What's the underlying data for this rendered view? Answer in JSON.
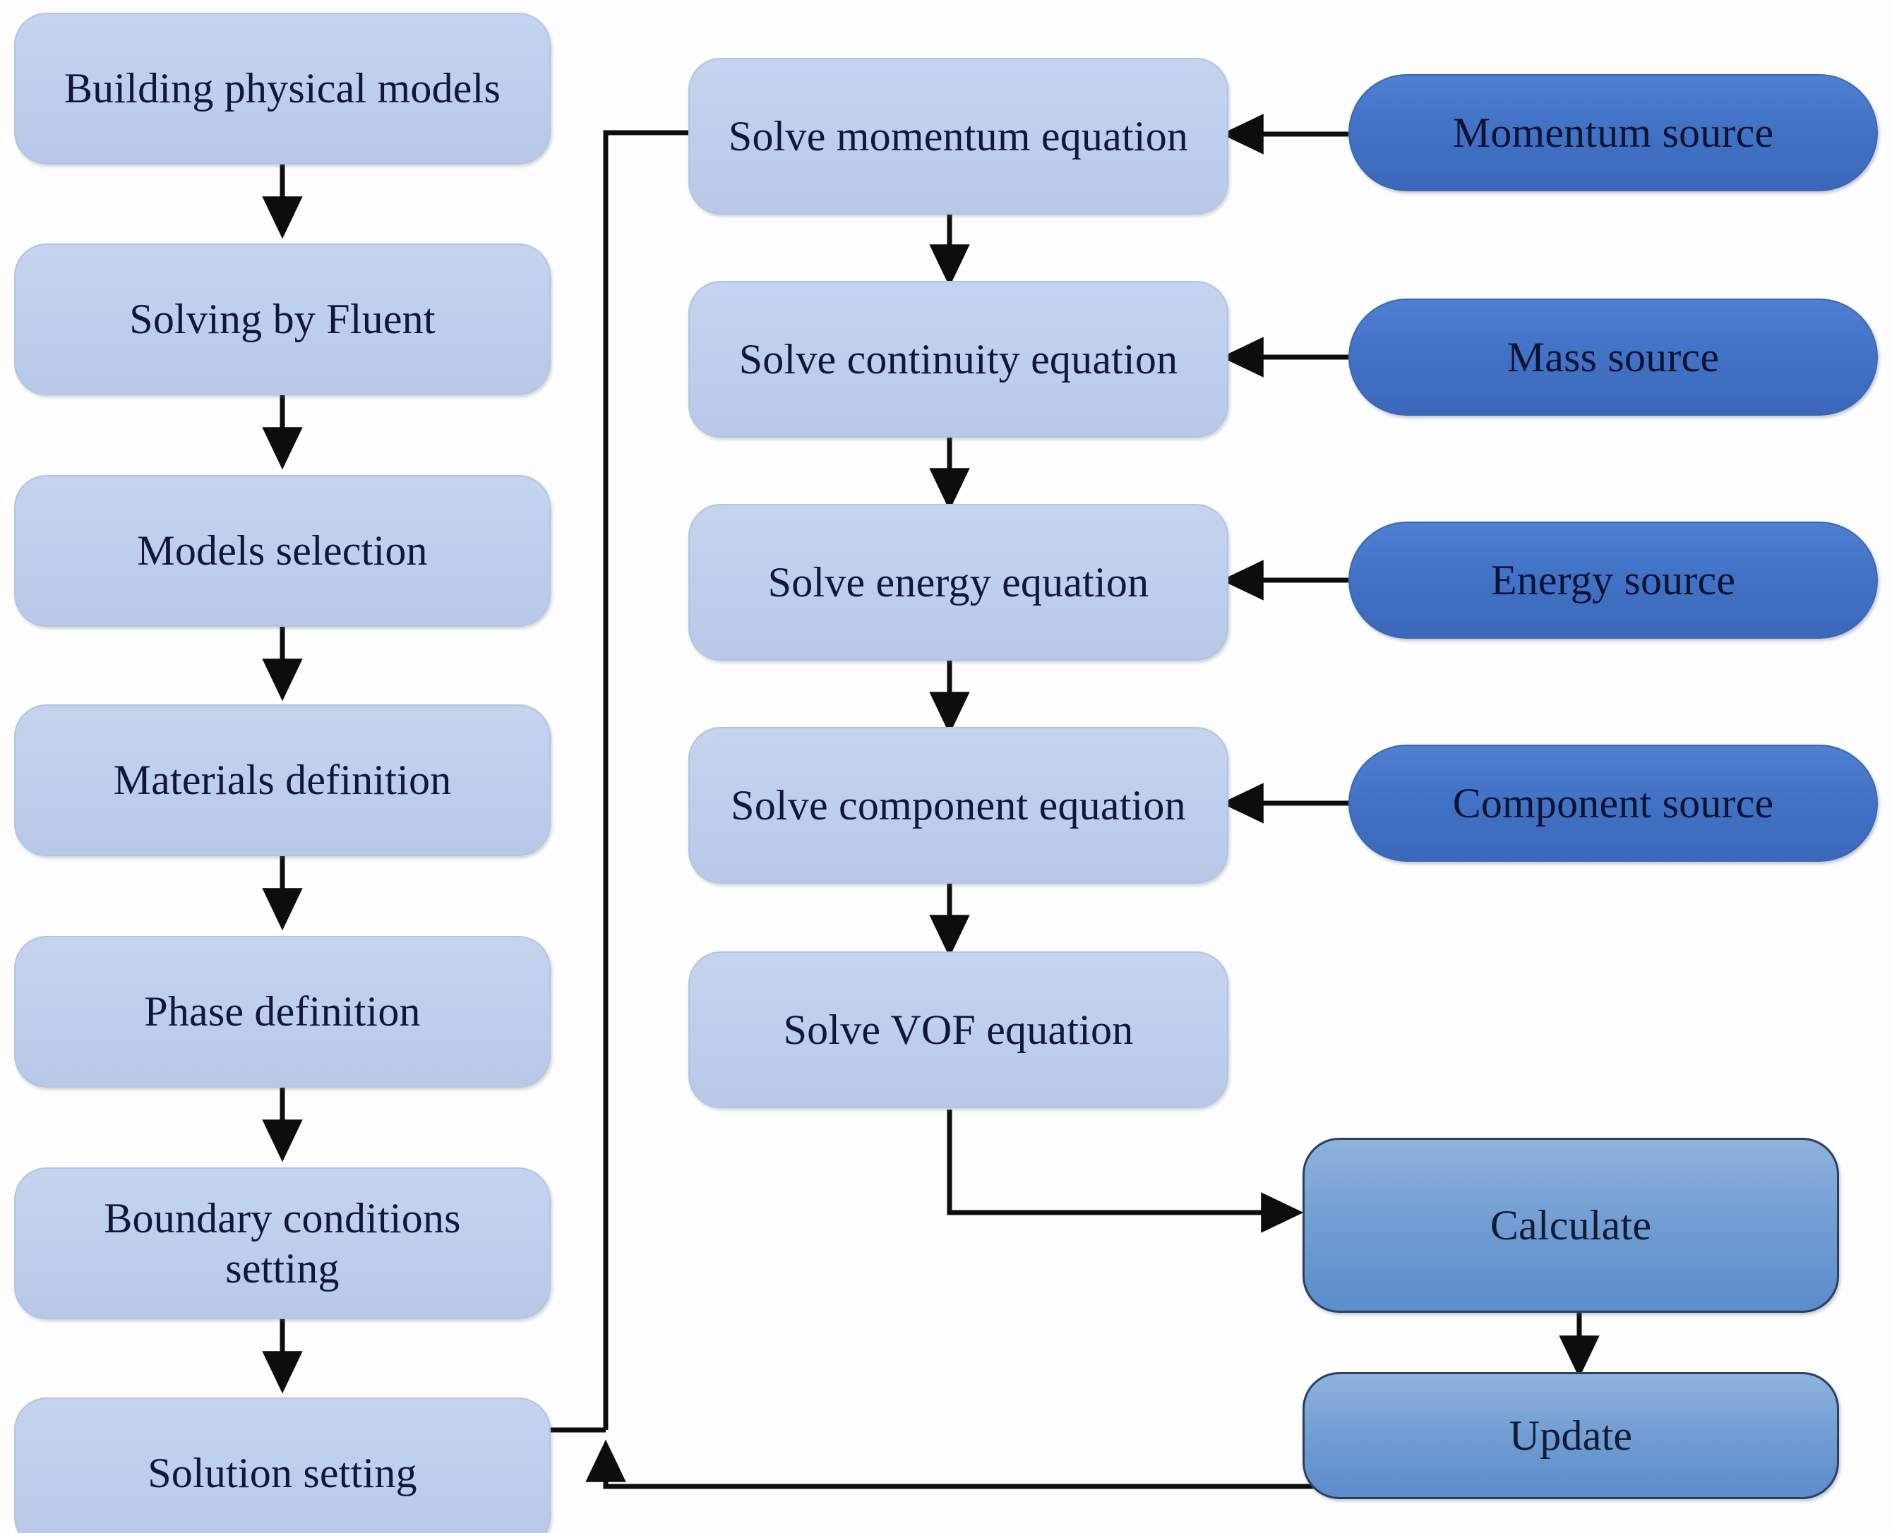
{
  "diagram": {
    "title": "CFD simulation workflow flowchart",
    "colors": {
      "light_box_fill": "#bed0ec",
      "source_box_fill": "#4273c6",
      "action_box_fill": "#6e9bd2",
      "connector": "#0d0d0d",
      "text": "#10173a",
      "background": "#ffffff"
    },
    "left_column": [
      {
        "id": "building-physical-models",
        "label": "Building physical models"
      },
      {
        "id": "solving-by-fluent",
        "label": "Solving by Fluent"
      },
      {
        "id": "models-selection",
        "label": "Models selection"
      },
      {
        "id": "materials-definition",
        "label": "Materials definition"
      },
      {
        "id": "phase-definition",
        "label": "Phase definition"
      },
      {
        "id": "boundary-conditions-setting",
        "label": "Boundary conditions\nsetting"
      },
      {
        "id": "solution-setting",
        "label": "Solution setting"
      }
    ],
    "middle_column": [
      {
        "id": "solve-momentum-equation",
        "label": "Solve momentum equation"
      },
      {
        "id": "solve-continuity-equation",
        "label": "Solve continuity equation"
      },
      {
        "id": "solve-energy-equation",
        "label": "Solve energy equation"
      },
      {
        "id": "solve-component-equation",
        "label": "Solve component equation"
      },
      {
        "id": "solve-vof-equation",
        "label": "Solve  VOF equation"
      }
    ],
    "right_column": [
      {
        "id": "momentum-source",
        "label": "Momentum source"
      },
      {
        "id": "mass-source",
        "label": "Mass source"
      },
      {
        "id": "energy-source",
        "label": "Energy source"
      },
      {
        "id": "component-source",
        "label": "Component source"
      }
    ],
    "outcome_column": [
      {
        "id": "calculate",
        "label": "Calculate"
      },
      {
        "id": "update",
        "label": "Update"
      }
    ],
    "connections": [
      {
        "from": "building-physical-models",
        "to": "solving-by-fluent",
        "kind": "arrow-down"
      },
      {
        "from": "solving-by-fluent",
        "to": "models-selection",
        "kind": "arrow-down"
      },
      {
        "from": "models-selection",
        "to": "materials-definition",
        "kind": "arrow-down"
      },
      {
        "from": "materials-definition",
        "to": "phase-definition",
        "kind": "arrow-down"
      },
      {
        "from": "phase-definition",
        "to": "boundary-conditions-setting",
        "kind": "arrow-down"
      },
      {
        "from": "boundary-conditions-setting",
        "to": "solution-setting",
        "kind": "arrow-down"
      },
      {
        "from": "solution-setting",
        "to": "solve-momentum-equation",
        "kind": "elbow-right-up"
      },
      {
        "from": "solve-momentum-equation",
        "to": "solve-continuity-equation",
        "kind": "arrow-down"
      },
      {
        "from": "solve-continuity-equation",
        "to": "solve-energy-equation",
        "kind": "arrow-down"
      },
      {
        "from": "solve-energy-equation",
        "to": "solve-component-equation",
        "kind": "arrow-down"
      },
      {
        "from": "solve-component-equation",
        "to": "solve-vof-equation",
        "kind": "arrow-down"
      },
      {
        "from": "momentum-source",
        "to": "solve-momentum-equation",
        "kind": "arrow-left"
      },
      {
        "from": "mass-source",
        "to": "solve-continuity-equation",
        "kind": "arrow-left"
      },
      {
        "from": "energy-source",
        "to": "solve-energy-equation",
        "kind": "arrow-left"
      },
      {
        "from": "component-source",
        "to": "solve-component-equation",
        "kind": "arrow-left"
      },
      {
        "from": "solve-vof-equation",
        "to": "calculate",
        "kind": "elbow-down-right"
      },
      {
        "from": "calculate",
        "to": "update",
        "kind": "arrow-down"
      },
      {
        "from": "update",
        "to": "solve-momentum-equation",
        "kind": "feedback-loop-up"
      }
    ]
  }
}
